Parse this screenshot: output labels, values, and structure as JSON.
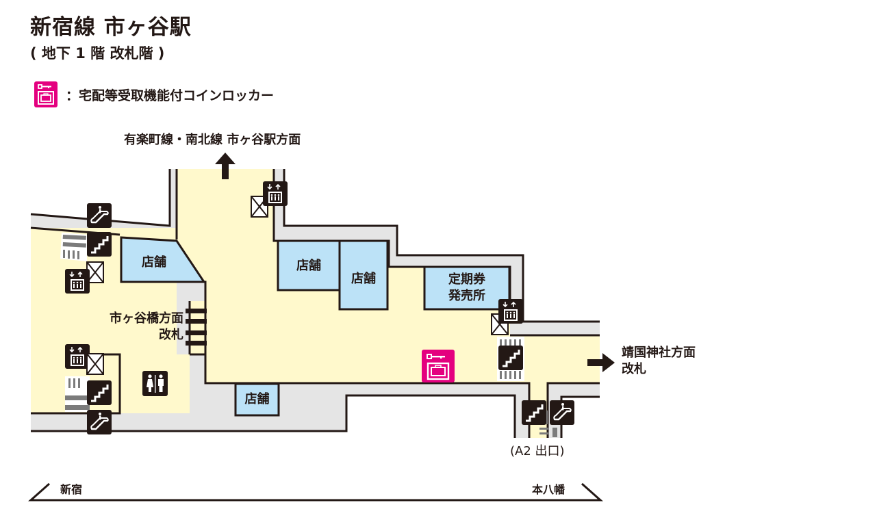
{
  "header": {
    "title": "新宿線 市ヶ谷駅",
    "subtitle": "( 地下 1 階 改札階 )"
  },
  "legend": {
    "icon": "coin-locker-delivery-icon",
    "text": "：宅配等受取機能付コインロッカー",
    "color": "#e4007f"
  },
  "colors": {
    "floor": "#fff9cc",
    "wall": "#e5e5e5",
    "shop": "#bce2f7",
    "outline": "#231815",
    "icon_bg": "#231815",
    "locker": "#e4007f"
  },
  "directions": {
    "north": "有楽町線・南北線 市ヶ谷駅方面",
    "west_gate_line1": "市ヶ谷橋方面",
    "west_gate_line2": "改札",
    "east_gate_line1": "靖国神社方面",
    "east_gate_line2": "改札",
    "exit_a2": "(A2 出口)"
  },
  "rooms": {
    "shop_1": "店舗",
    "shop_2": "店舗",
    "shop_3": "店舗",
    "shop_4": "店舗",
    "ticket_office_line1": "定期券",
    "ticket_office_line2": "発売所"
  },
  "facilities": [
    {
      "type": "escalator-icon",
      "location": "northwest"
    },
    {
      "type": "stairs-icon",
      "location": "northwest"
    },
    {
      "type": "elevator-icon",
      "location": "northwest"
    },
    {
      "type": "elevator-icon",
      "location": "north"
    },
    {
      "type": "elevator-icon",
      "location": "southwest"
    },
    {
      "type": "stairs-icon",
      "location": "southwest"
    },
    {
      "type": "escalator-icon",
      "location": "southwest"
    },
    {
      "type": "restroom-icon",
      "location": "southwest"
    },
    {
      "type": "elevator-icon",
      "location": "east"
    },
    {
      "type": "stairs-icon",
      "location": "east"
    },
    {
      "type": "coin-locker-delivery-icon",
      "location": "center-south"
    },
    {
      "type": "stairs-icon",
      "location": "A2 exit"
    },
    {
      "type": "escalator-icon",
      "location": "A2 exit"
    }
  ],
  "track": {
    "left": "新宿",
    "right": "本八幡"
  }
}
